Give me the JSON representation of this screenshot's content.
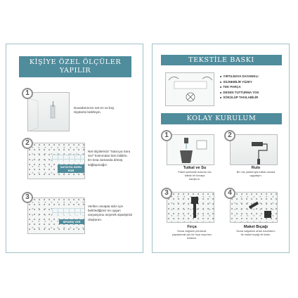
{
  "left": {
    "title_line1": "KİŞİYE ÖZEL ÖLÇÜLER",
    "title_line2": "YAPILIR",
    "steps": [
      {
        "number": "1",
        "text_line1": "Duvarlarınızın net en ve boy",
        "text_line2": "ölçülerini belirleyin."
      },
      {
        "number": "2",
        "text_line1": "Net ölçülerinizi \"Satıcıya Soru",
        "text_line2": "Sor\" kısmından bize bildirin.",
        "text_line3": "En kısa zamanda dönüş",
        "text_line4": "sağlayacağız.",
        "badge_line1": "SATICIYA SORU",
        "badge_line2": "SOR"
      },
      {
        "number": "3",
        "text_line1": "Verilen cevapta sizin için",
        "text_line2": "belirlediğimiz en uygun",
        "text_line3": "varyasyonu seçerek siparişinizi",
        "text_line4": "oluşturun.",
        "badge": "SİPARİŞ VER"
      }
    ]
  },
  "right": {
    "title_print": "TEKSTİLE BASKI",
    "features": [
      "YIRTILMAYA DAYANIKLI",
      "SİLİNEBİLİR YÜZEY",
      "TEK PARÇA",
      "DESEN TUTTURMA YOK",
      "SÖKÜLÜP TAKILABİLİR"
    ],
    "title_install": "KOLAY KURULUM",
    "steps": [
      {
        "number": "1",
        "name": "Tutkal ve Su",
        "desc_line1": "Paket içerisinde bulunan toz",
        "desc_line2": "tutkalı bir kovaya",
        "desc_line3": "karıştırın."
      },
      {
        "number": "2",
        "name": "Rulo",
        "desc_line1": "Bir rulo yardımıyla tutkalı duvara",
        "desc_line2": "uygulayın."
      },
      {
        "number": "3",
        "name": "Fırça",
        "desc_line1": "Duvar kağıdını pürüzsüz",
        "desc_line2": "yapıştırmak için bir fırça veya bez",
        "desc_line3": "kullanın."
      },
      {
        "number": "4",
        "name": "Maket Bıçağı",
        "desc_line1": "Duvar kağıdının artan kısımlarını",
        "desc_line2": "bir maket bıçağı ile kesin."
      }
    ]
  },
  "colors": {
    "accent": "#4f8c9c",
    "border": "#9ec0c8"
  }
}
